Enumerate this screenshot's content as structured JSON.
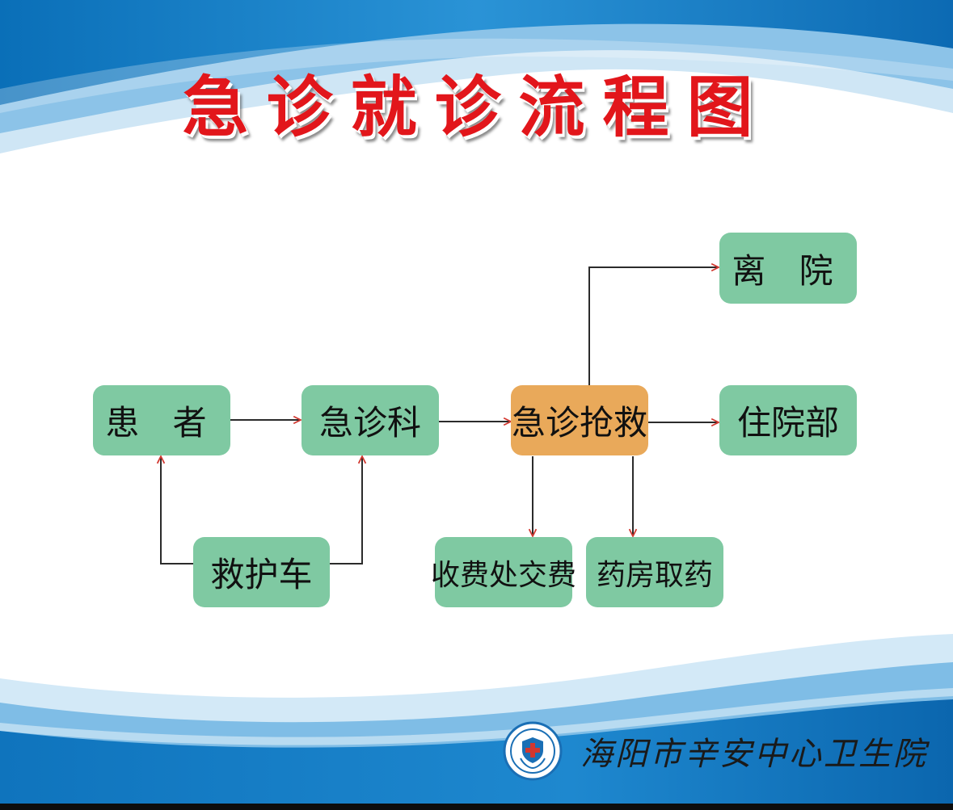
{
  "title": "急诊就诊流程图",
  "nodes": {
    "patient": "患 者",
    "ambulance": "救护车",
    "emergency_dept": "急诊科",
    "rescue": "急诊抢救",
    "discharge": "离 院",
    "inpatient": "住院部",
    "payment": "收费处交费",
    "pharmacy": "药房取药"
  },
  "footer": {
    "hospital_name": "海阳市辛安中心卫生院"
  },
  "colors": {
    "title": "#e2161b",
    "node_green": "#7fc9a2",
    "node_orange": "#e9a95a",
    "arrow_head": "#d2372f",
    "line": "#2b2b2b",
    "wave_blue": "#1a7fc6"
  }
}
